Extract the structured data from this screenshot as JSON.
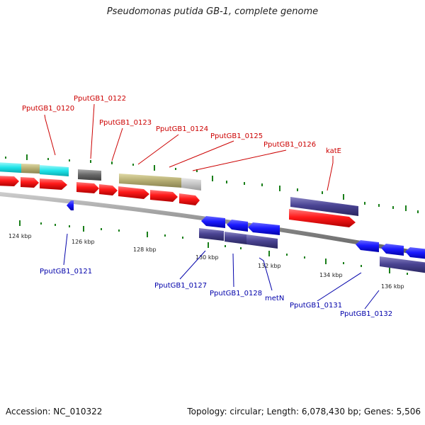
{
  "title": "Pseudomonas putida GB-1, complete genome",
  "footer": {
    "accession": "Accession: NC_010322",
    "stats": "Topology: circular; Length: 6,078,430 bp; Genes: 5,506"
  },
  "colors": {
    "forward_label": "#cc0000",
    "reverse_label": "#0000aa",
    "tick": "#1a7f1a",
    "backbone": "#9a9a9a",
    "cds_forward": "#ff1a1a",
    "cds_reverse": "#1a1aff",
    "cyan_feature": "#1ee3e8",
    "olive_feature": "#b5ad72",
    "gray_feature": "#666666",
    "purple_feature": "#4a4493"
  },
  "scale_labels": [
    "124 kbp",
    "126 kbp",
    "128 kbp",
    "130 kbp",
    "132 kbp",
    "134 kbp",
    "136 kbp"
  ],
  "forward_genes": [
    "PputGB1_0120",
    "PputGB1_0122",
    "PputGB1_0123",
    "PputGB1_0124",
    "PputGB1_0125",
    "PputGB1_0126",
    "katE"
  ],
  "reverse_genes": [
    "PputGB1_0121",
    "PputGB1_0127",
    "PputGB1_0128",
    "metN",
    "PputGB1_0131",
    "PputGB1_0132"
  ]
}
